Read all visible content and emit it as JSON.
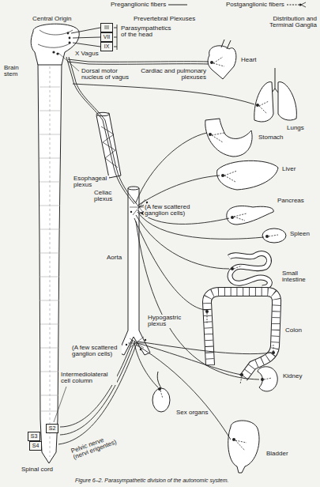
{
  "diagram": {
    "caption": "Figure 6–2. Parasympathetic division of the autonomic system.",
    "nodes": [
      {
        "text": [
          "III"
        ]
      },
      {
        "text": [
          "VII"
        ]
      },
      {
        "text": [
          "IX"
        ]
      },
      {
        "text": [
          "S2"
        ]
      },
      {
        "text": [
          "S3"
        ]
      },
      {
        "text": [
          "S4"
        ]
      }
    ],
    "labels": [
      "Central Origin",
      "Prevertebral Plexuses",
      "Distribution and Terminal Ganglia",
      "Parasympathetics of the head",
      "X Vagus",
      "Heart",
      "Cardiac and pulmonary plexuses",
      "Brain stem",
      "Dorsal motor nucleus of vagus",
      "Lungs",
      "Stomach",
      "Esophageal plexus",
      "Liver",
      "Celiac plexus",
      "(A few scattered ganglion cells)",
      "Pancreas",
      "Spleen",
      "Aorta",
      "Small intestine",
      "Hypogastric plexus",
      "Colon",
      "(A few scattered ganglion cells)",
      "Intermediolateral cell column",
      "Kidney",
      "Sex organs",
      "Pelvic nerve (nervi erigentes)",
      "Bladder",
      "Spinal cord"
    ],
    "legend": [
      {
        "text": "Preganglionic fibers"
      },
      {
        "text": "Postganglionic fibers"
      }
    ]
  }
}
